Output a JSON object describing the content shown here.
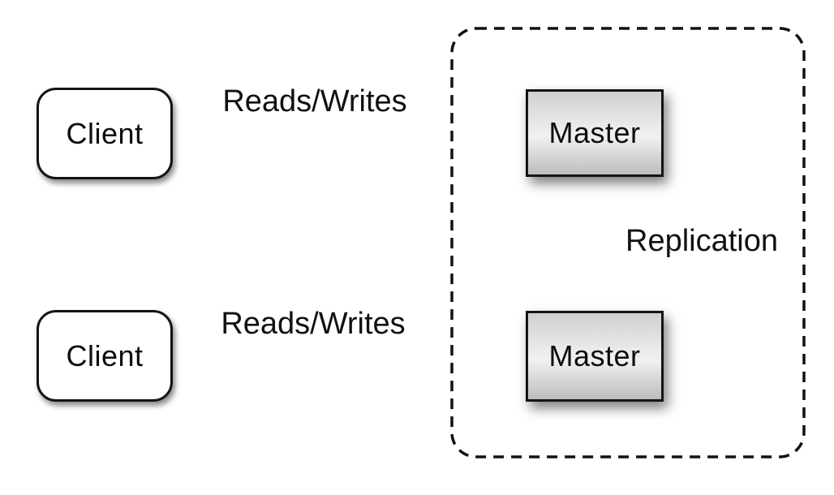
{
  "nodes": {
    "client_top": {
      "label": "Client"
    },
    "client_bottom": {
      "label": "Client"
    },
    "master_top": {
      "label": "Master"
    },
    "master_bottom": {
      "label": "Master"
    }
  },
  "edges": {
    "reads_writes_top": {
      "label": "Reads/Writes"
    },
    "reads_writes_bottom": {
      "label": "Reads/Writes"
    },
    "replication": {
      "label": "Replication"
    }
  },
  "colors": {
    "background": "#ffffff",
    "line": "#111111",
    "node_border": "#141414",
    "client_fill": "#ffffff",
    "master_gradient_top": "#cfcfcf",
    "master_gradient_mid": "#ececec",
    "master_gradient_bottom": "#bdbdbd"
  }
}
